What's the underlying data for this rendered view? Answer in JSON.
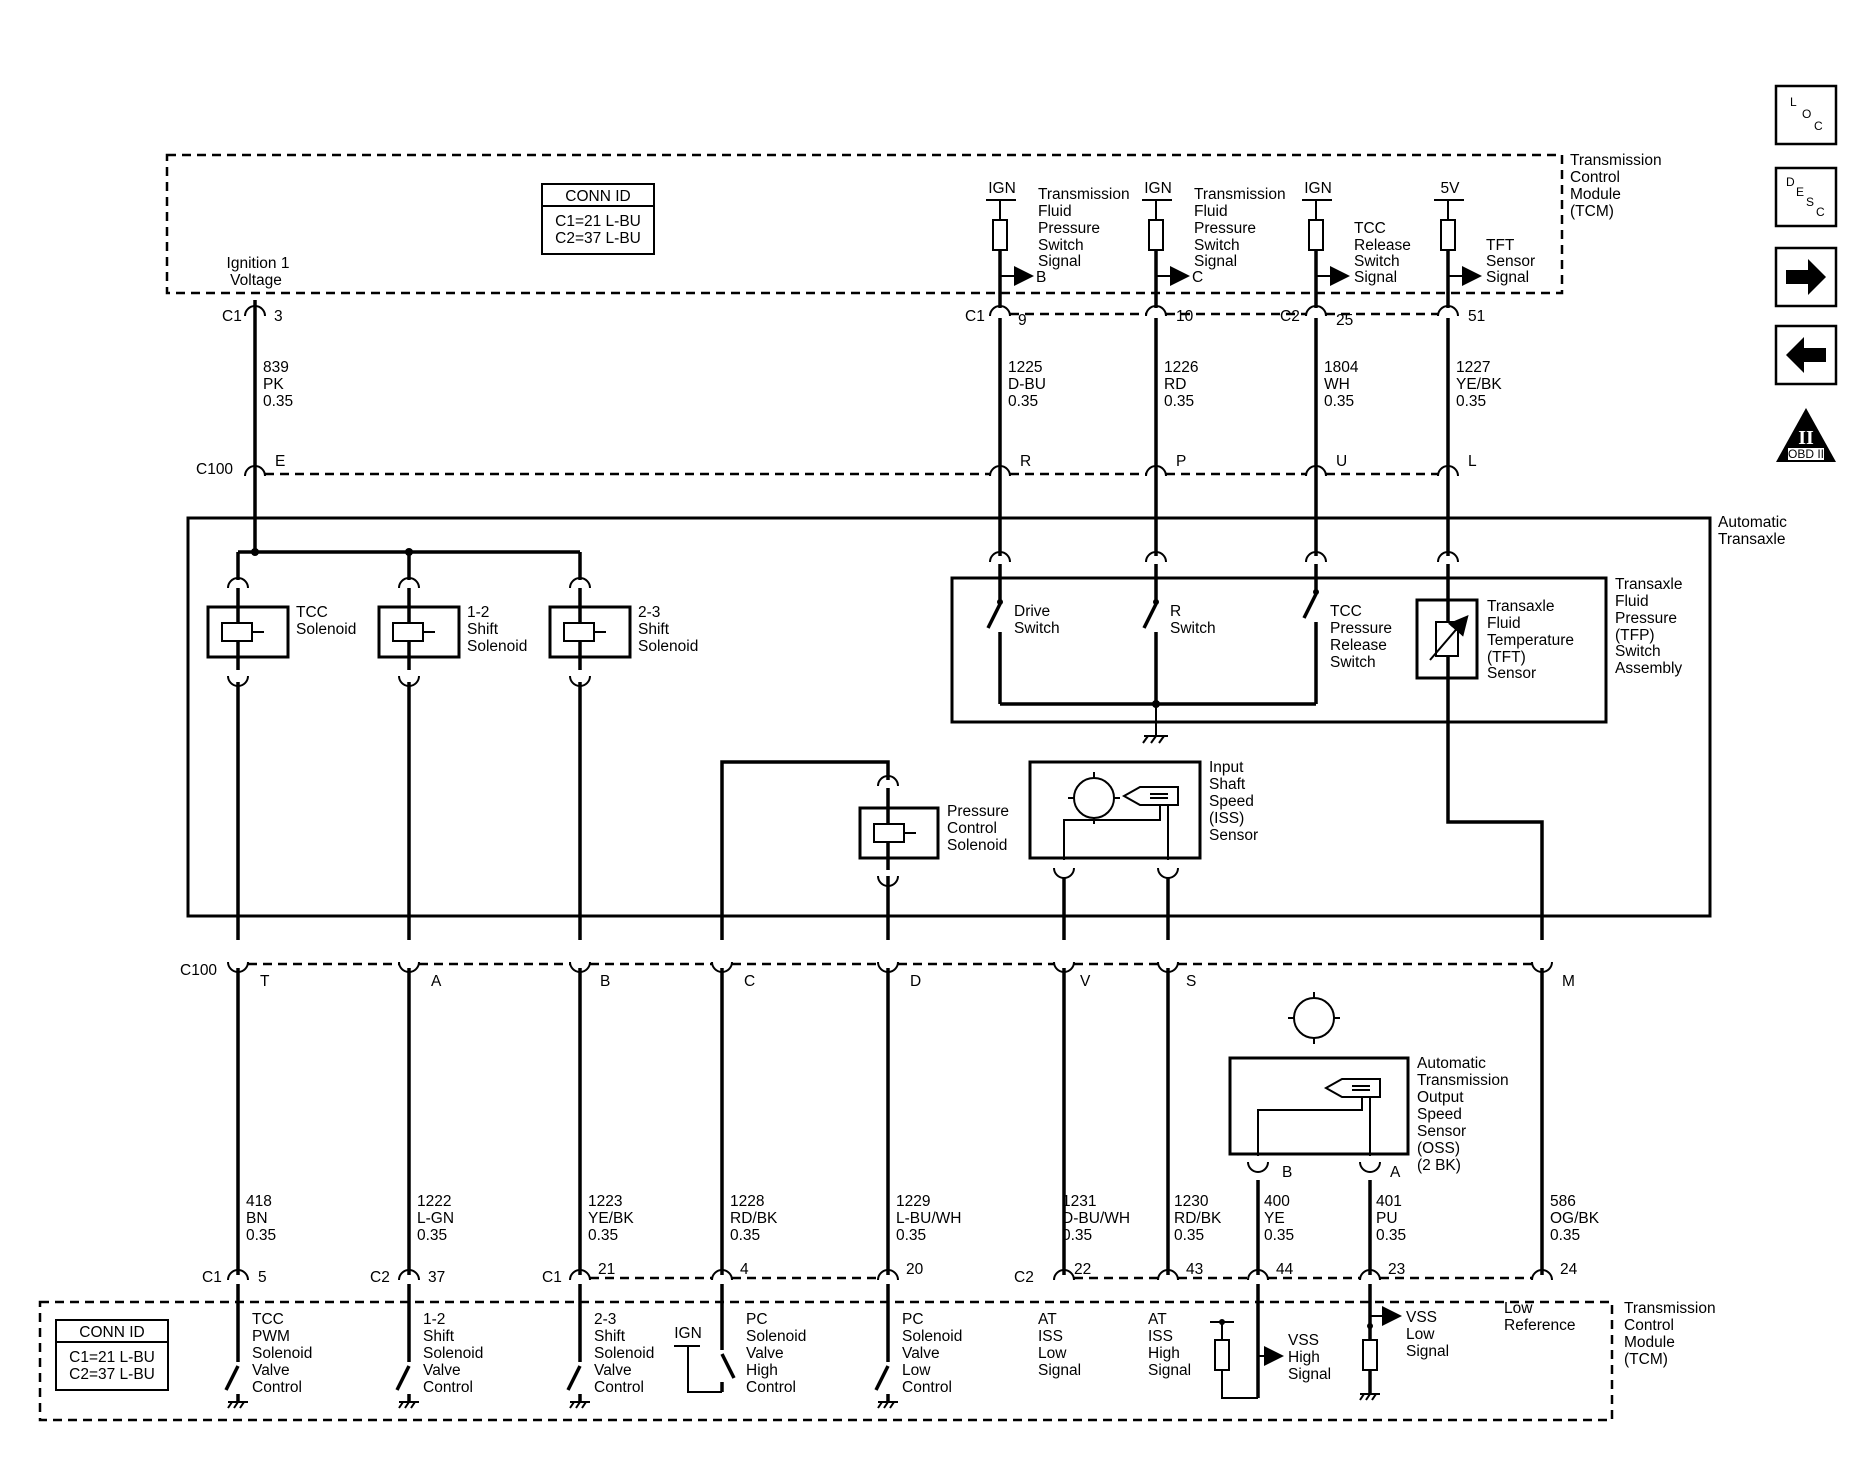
{
  "tcm_top": {
    "label": [
      "Transmission",
      "Control",
      "Module",
      "(TCM)"
    ],
    "conn_id_title": "CONN ID",
    "conn_id_lines": [
      "C1=21 L-BU",
      "C2=37 L-BU"
    ],
    "ignition_label": [
      "Ignition 1",
      "Voltage"
    ],
    "connector_c1": "C1",
    "pin_3": "3",
    "inputs": [
      {
        "supply": "IGN",
        "label": [
          "Transmission",
          "Fluid",
          "Pressure",
          "Switch",
          "Signal"
        ],
        "ref": "B",
        "conn": "C1",
        "pin": "9"
      },
      {
        "supply": "IGN",
        "label": [
          "Transmission",
          "Fluid",
          "Pressure",
          "Switch",
          "Signal"
        ],
        "ref": "C",
        "conn": "",
        "pin": "10"
      },
      {
        "supply": "IGN",
        "label": [
          "TCC",
          "Release",
          "Switch",
          "Signal"
        ],
        "ref": "",
        "conn": "C2",
        "pin": "25"
      },
      {
        "supply": "5V",
        "label": [
          "TFT",
          "Sensor",
          "Signal"
        ],
        "ref": "",
        "conn": "",
        "pin": "51"
      }
    ]
  },
  "upper_wires": [
    {
      "circuit": "839",
      "color": "PK",
      "gauge": "0.35",
      "c100_pin": "E"
    },
    {
      "circuit": "1225",
      "color": "D-BU",
      "gauge": "0.35",
      "c100_pin": "R"
    },
    {
      "circuit": "1226",
      "color": "RD",
      "gauge": "0.35",
      "c100_pin": "P"
    },
    {
      "circuit": "1804",
      "color": "WH",
      "gauge": "0.35",
      "c100_pin": "U"
    },
    {
      "circuit": "1227",
      "color": "YE/BK",
      "gauge": "0.35",
      "c100_pin": "L"
    }
  ],
  "c100_label": "C100",
  "transaxle": {
    "label": [
      "Automatic",
      "Transaxle"
    ],
    "solenoids": [
      {
        "label": [
          "TCC",
          "Solenoid"
        ]
      },
      {
        "label": [
          "1-2",
          "Shift",
          "Solenoid"
        ]
      },
      {
        "label": [
          "2-3",
          "Shift",
          "Solenoid"
        ]
      }
    ],
    "tfp_assembly_label": [
      "Transaxle",
      "Fluid",
      "Pressure",
      "(TFP)",
      "Switch",
      "Assembly"
    ],
    "switches": [
      {
        "label": [
          "Drive",
          "Switch"
        ]
      },
      {
        "label": [
          "R",
          "Switch"
        ]
      },
      {
        "label": [
          "TCC",
          "Pressure",
          "Release",
          "Switch"
        ]
      }
    ],
    "tft_label": [
      "Transaxle",
      "Fluid",
      "Temperature",
      "(TFT)",
      "Sensor"
    ],
    "pc_solenoid_label": [
      "Pressure",
      "Control",
      "Solenoid"
    ],
    "iss_label": [
      "Input",
      "Shaft",
      "Speed",
      "(ISS)",
      "Sensor"
    ]
  },
  "lower_c100_pins": [
    "T",
    "A",
    "B",
    "C",
    "D",
    "V",
    "S",
    "M"
  ],
  "oss_label": [
    "Automatic",
    "Transmission",
    "Output",
    "Speed",
    "Sensor",
    "(OSS)",
    "(2 BK)"
  ],
  "oss_pins": [
    "B",
    "A"
  ],
  "lower_wires": [
    {
      "circuit": "418",
      "color": "BN",
      "gauge": "0.35",
      "conn": "C1",
      "pin": "5"
    },
    {
      "circuit": "1222",
      "color": "L-GN",
      "gauge": "0.35",
      "conn": "C2",
      "pin": "37"
    },
    {
      "circuit": "1223",
      "color": "YE/BK",
      "gauge": "0.35",
      "conn": "C1",
      "pin": "21"
    },
    {
      "circuit": "1228",
      "color": "RD/BK",
      "gauge": "0.35",
      "conn": "",
      "pin": "4"
    },
    {
      "circuit": "1229",
      "color": "L-BU/WH",
      "gauge": "0.35",
      "conn": "",
      "pin": "20"
    },
    {
      "circuit": "1231",
      "color": "D-BU/WH",
      "gauge": "0.35",
      "conn": "C2",
      "pin": "22"
    },
    {
      "circuit": "1230",
      "color": "RD/BK",
      "gauge": "0.35",
      "conn": "",
      "pin": "43"
    },
    {
      "circuit": "400",
      "color": "YE",
      "gauge": "0.35",
      "conn": "",
      "pin": "44"
    },
    {
      "circuit": "401",
      "color": "PU",
      "gauge": "0.35",
      "conn": "",
      "pin": "23"
    },
    {
      "circuit": "586",
      "color": "OG/BK",
      "gauge": "0.35",
      "conn": "",
      "pin": "24"
    }
  ],
  "tcm_bottom": {
    "label": [
      "Transmission",
      "Control",
      "Module",
      "(TCM)"
    ],
    "conn_id_title": "CONN ID",
    "conn_id_lines": [
      "C1=21 L-BU",
      "C2=37 L-BU"
    ],
    "ign": "IGN",
    "drivers": [
      {
        "label": [
          "TCC",
          "PWM",
          "Solenoid",
          "Valve",
          "Control"
        ]
      },
      {
        "label": [
          "1-2",
          "Shift",
          "Solenoid",
          "Valve",
          "Control"
        ]
      },
      {
        "label": [
          "2-3",
          "Shift",
          "Solenoid",
          "Valve",
          "Control"
        ]
      },
      {
        "label": [
          "PC",
          "Solenoid",
          "Valve",
          "High",
          "Control"
        ]
      },
      {
        "label": [
          "PC",
          "Solenoid",
          "Valve",
          "Low",
          "Control"
        ]
      },
      {
        "label": [
          "AT",
          "ISS",
          "Low",
          "Signal"
        ]
      },
      {
        "label": [
          "AT",
          "ISS",
          "High",
          "Signal"
        ]
      },
      {
        "label": [
          "VSS",
          "High",
          "Signal"
        ]
      },
      {
        "label": [
          "VSS",
          "Low",
          "Signal"
        ]
      },
      {
        "label": [
          "Low",
          "Reference"
        ]
      }
    ]
  },
  "nav": {
    "loc": [
      "L",
      "O",
      "C"
    ],
    "desc": [
      "D",
      "E",
      "S",
      "C"
    ],
    "next_icon": "arrow-right-icon",
    "prev_icon": "arrow-left-icon",
    "obd": "OBD II",
    "obd_numeral": "II"
  }
}
